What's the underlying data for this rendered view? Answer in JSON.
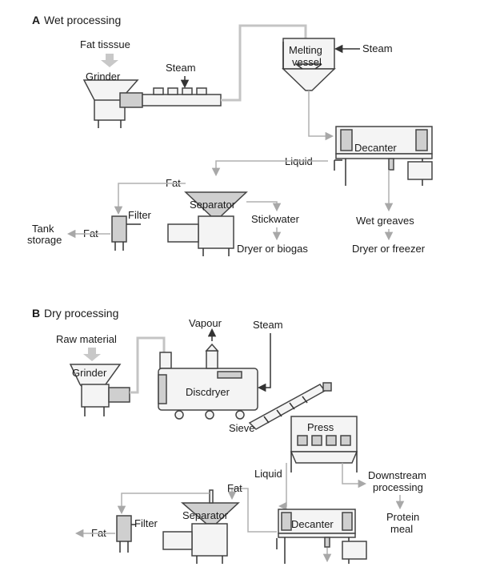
{
  "sectionA": {
    "letter": "A",
    "title": "Wet processing",
    "labels": {
      "fat_tissue": "Fat tisssue",
      "grinder": "Grinder",
      "steam1": "Steam",
      "melting_vessel_line1": "Melting",
      "melting_vessel_line2": "vessel",
      "steam2": "Steam",
      "decanter": "Decanter",
      "liquid": "Liquid",
      "fat1": "Fat",
      "filter": "Filter",
      "separator": "Separator",
      "tank_line1": "Tank",
      "tank_line2": "storage",
      "fat2": "Fat",
      "stickwater": "Stickwater",
      "dryer_biogas": "Dryer or biogas",
      "wet_greaves": "Wet greaves",
      "dryer_freezer": "Dryer or freezer"
    }
  },
  "sectionB": {
    "letter": "B",
    "title": "Dry processing",
    "labels": {
      "raw_material": "Raw material",
      "grinder": "Grinder",
      "vapour": "Vapour",
      "steam": "Steam",
      "discdryer": "Discdryer",
      "sieve": "Sieve",
      "press": "Press",
      "liquid": "Liquid",
      "downstream_line1": "Downstream",
      "downstream_line2": "processing",
      "protein_line1": "Protein",
      "protein_line2": "meal",
      "fat1": "Fat",
      "filter": "Filter",
      "separator": "Separator",
      "fat2": "Fat",
      "decanter": "Decanter"
    }
  }
}
